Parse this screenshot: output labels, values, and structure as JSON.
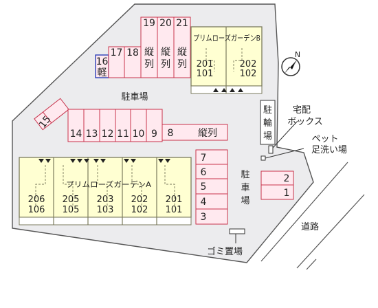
{
  "colors": {
    "ground": "#ececee",
    "building": "#ffffd2",
    "building_stroke": "#7a7a5c",
    "parking_fill": "#ffe9ef",
    "parking_stroke": "#c8324b",
    "kei_stroke": "#2b3fb8",
    "line": "#555555"
  },
  "north_label": "N",
  "labels": {
    "parking_north": "駐車場",
    "parking_east": [
      "駐",
      "車",
      "場"
    ],
    "bicycle": [
      "駐",
      "輪",
      "場"
    ],
    "delivery_box": [
      "宅配",
      "ボックス"
    ],
    "pet_wash": [
      "ペット",
      "足洗い場"
    ],
    "garbage": "ゴミ置場",
    "road": "道路"
  },
  "building_a": {
    "name": "プリムローズガーデンA",
    "units": [
      {
        "upper": "206",
        "lower": "106"
      },
      {
        "upper": "205",
        "lower": "105"
      },
      {
        "upper": "203",
        "lower": "103"
      },
      {
        "upper": "202",
        "lower": "102"
      },
      {
        "upper": "201",
        "lower": "101"
      }
    ]
  },
  "building_b": {
    "name": "プリムローズガーデンB",
    "units": [
      {
        "upper": "201",
        "lower": "101"
      },
      {
        "upper": "202",
        "lower": "102"
      }
    ]
  },
  "parking": {
    "top_row": [
      "17",
      "18"
    ],
    "tandem": [
      {
        "num": "19",
        "note": [
          "縦",
          "列"
        ]
      },
      {
        "num": "20",
        "note": [
          "縦",
          "列"
        ]
      },
      {
        "num": "21",
        "note": [
          "縦",
          "列"
        ]
      }
    ],
    "kei": {
      "num": "16",
      "note": "軽"
    },
    "diagonal": "15",
    "middle_row": [
      "14",
      "13",
      "12",
      "11",
      "10",
      "9"
    ],
    "wide": {
      "num": "8",
      "note": "縦列"
    },
    "right_column": [
      "7",
      "6",
      "5",
      "4",
      "3"
    ],
    "east": [
      "2",
      "1"
    ]
  }
}
